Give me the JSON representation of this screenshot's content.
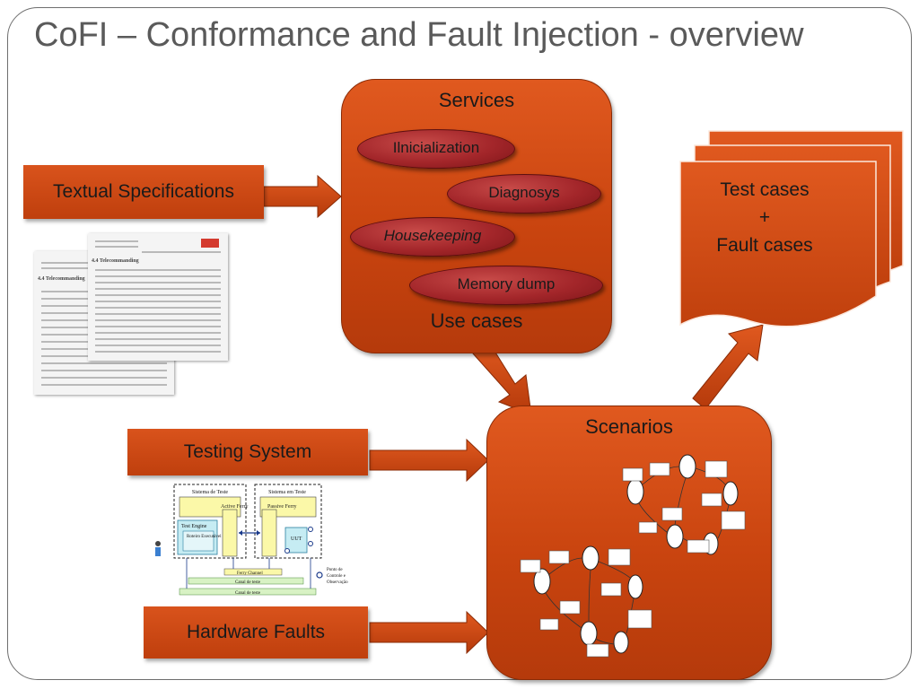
{
  "title": "CoFI – Conformance and Fault Injection - overview",
  "inputs": {
    "textual_specifications": "Textual Specifications",
    "testing_system": "Testing System",
    "hardware_faults": "Hardware Faults"
  },
  "services_box": {
    "header": "Services",
    "footer": "Use cases",
    "items": [
      "Ilnicialization",
      "Diagnosys",
      "Housekeeping",
      "Memory dump"
    ]
  },
  "scenarios_box": {
    "header": "Scenarios"
  },
  "outputs": {
    "line1": "Test cases",
    "line2": "+",
    "line3": "Fault cases"
  },
  "spec_document": {
    "front_heading": "4.4 Telecommanding",
    "back_heading": "4.4 Telecommanding"
  },
  "testing_figure": {
    "left_label": "Sistema de Teste",
    "right_label": "Sistema em Teste",
    "active_ferry": "Active Ferry",
    "passive_ferry": "Passive Ferry",
    "test_engine": "Test Engine",
    "executor": "Roteiro Executável",
    "uut": "UUT",
    "ferry_channel": "Ferry Channel",
    "test_channel": "Canal de teste",
    "test_bus": "Canal de teste",
    "legend": [
      "Ponto de",
      "Controle e",
      "Observação"
    ]
  },
  "colors": {
    "box": "#c9440f",
    "pill": "#a3262a",
    "arrow": "#c9440f",
    "text": "#1a1a1a",
    "title": "#5a5a5a"
  }
}
